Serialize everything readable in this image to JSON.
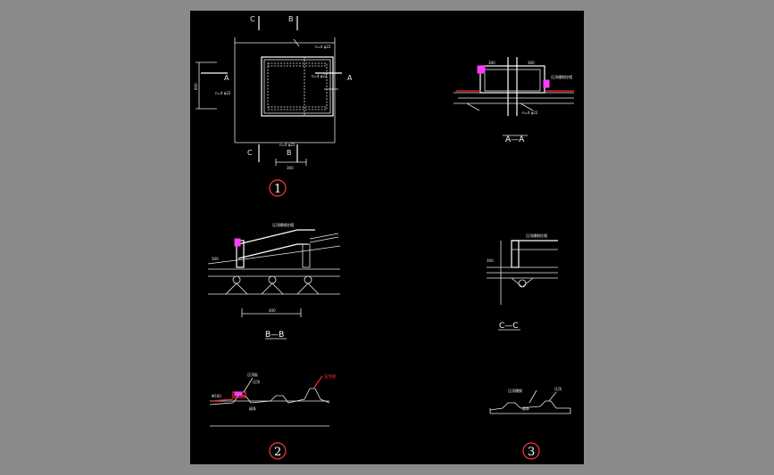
{
  "sheet": {
    "background": "#000000",
    "frame_color": "#8a8a8a"
  },
  "drawing1": {
    "sec_label_left": "A",
    "sec_label_right": "A",
    "sec_top_left": "C",
    "sec_top_right": "B",
    "sec_bottom_left": "C",
    "sec_bottom_right": "B",
    "dim_left": "600",
    "dim_bottom": "300",
    "note_1": "n=4 φ22",
    "note_2": "n=4 φ22",
    "note_3": "n=4 φ22",
    "note_4": "n=4 φ22",
    "detail_number": "1"
  },
  "drawing_aa": {
    "caption": "A—A",
    "note_left": "300",
    "note_right": "300",
    "note_pipe": "压顶槽钢柱帽",
    "note_bottom": "n=4 φ22"
  },
  "drawing_bb": {
    "caption": "B—B",
    "note_top": "压顶槽钢柱帽",
    "dim": "400",
    "note_left": "300"
  },
  "drawing_cc": {
    "caption": "C—C",
    "note_top": "压顶槽钢柱帽",
    "note_left": "300"
  },
  "detail2": {
    "number": "2",
    "note_a": "压顶板",
    "note_b": "压顶",
    "note_red": "压顶板",
    "note_left": "Φ500",
    "note_c": "檩条"
  },
  "detail3": {
    "number": "3",
    "note_a": "压顶槽钢",
    "note_b": "压顶",
    "note_c": "檩条"
  }
}
